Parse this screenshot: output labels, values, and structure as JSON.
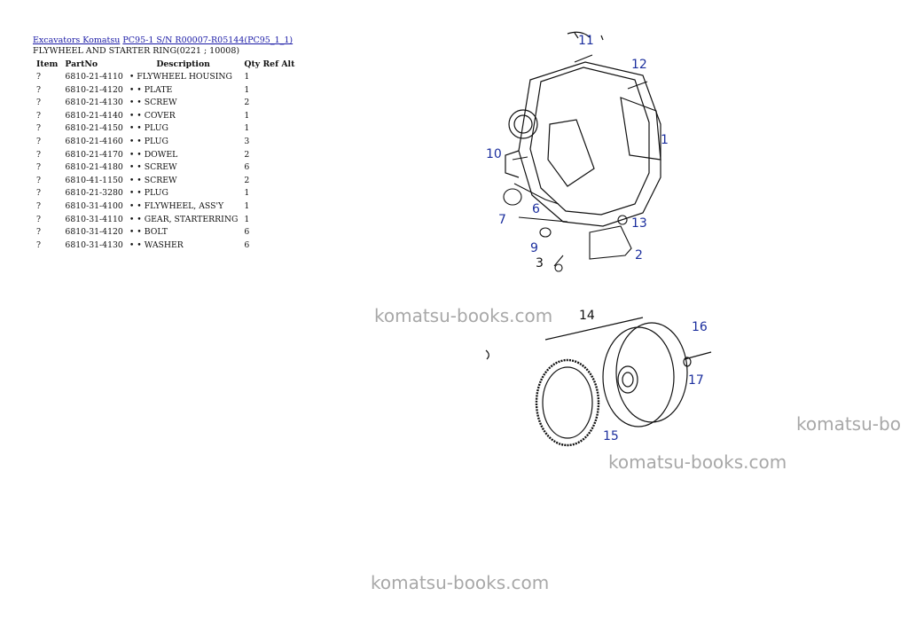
{
  "breadcrumb": {
    "link1": "Excavators Komatsu",
    "link2": "PC95-1 S/N R00007-R05144(PC95_1_1)"
  },
  "page_title": "FLYWHEEL AND STARTER RING(0221 ; 10008)",
  "table": {
    "headers": [
      "Item",
      "PartNo",
      "Description",
      "Qty",
      "Ref",
      "Alt"
    ],
    "rows": [
      {
        "item": "?",
        "part": "6810-21-4110",
        "desc": "• FLYWHEEL HOUSING",
        "qty": "1"
      },
      {
        "item": "?",
        "part": "6810-21-4120",
        "desc": "• • PLATE",
        "qty": "1"
      },
      {
        "item": "?",
        "part": "6810-21-4130",
        "desc": "• • SCREW",
        "qty": "2"
      },
      {
        "item": "?",
        "part": "6810-21-4140",
        "desc": "• • COVER",
        "qty": "1"
      },
      {
        "item": "?",
        "part": "6810-21-4150",
        "desc": "• • PLUG",
        "qty": "1"
      },
      {
        "item": "?",
        "part": "6810-21-4160",
        "desc": "• • PLUG",
        "qty": "3"
      },
      {
        "item": "?",
        "part": "6810-21-4170",
        "desc": "• • DOWEL",
        "qty": "2"
      },
      {
        "item": "?",
        "part": "6810-21-4180",
        "desc": "• • SCREW",
        "qty": "6"
      },
      {
        "item": "?",
        "part": "6810-41-1150",
        "desc": "• • SCREW",
        "qty": "2"
      },
      {
        "item": "?",
        "part": "6810-21-3280",
        "desc": "• • PLUG",
        "qty": "1"
      },
      {
        "item": "?",
        "part": "6810-31-4100",
        "desc": "• • FLYWHEEL, ASS'Y",
        "qty": "1"
      },
      {
        "item": "?",
        "part": "6810-31-4110",
        "desc": "• • GEAR, STARTERRING",
        "qty": "1"
      },
      {
        "item": "?",
        "part": "6810-31-4120",
        "desc": "• • BOLT",
        "qty": "6"
      },
      {
        "item": "?",
        "part": "6810-31-4130",
        "desc": "• • WASHER",
        "qty": "6"
      }
    ]
  },
  "watermarks": [
    "komatsu-books.com",
    "komatsu-bo",
    "komatsu-books.com",
    "komatsu-books.com"
  ],
  "callouts": [
    "11",
    "12",
    "1",
    "10",
    "7",
    "6",
    "13",
    "9",
    "2",
    "3",
    "14",
    "16",
    "17",
    "15"
  ],
  "colors": {
    "link": "#1a1aa6",
    "callout_blue": "#1c2f9e",
    "watermark": "#a8a8a8"
  }
}
